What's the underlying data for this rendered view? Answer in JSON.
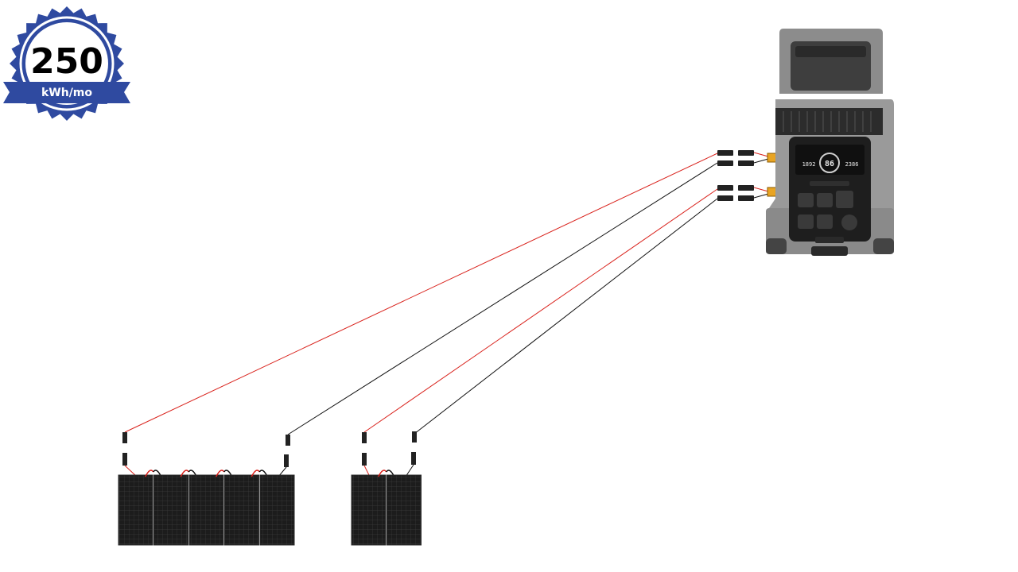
{
  "badge": {
    "value": "250",
    "unit": "kWh/mo",
    "color": "#2f4aa0"
  },
  "power_station": {
    "display": {
      "left_reading": "1892",
      "center_reading": "86",
      "right_reading": "2386"
    }
  },
  "cables": {
    "positive_color": "#d9221c",
    "negative_color": "#111111"
  },
  "solar_arrays": [
    {
      "panel_count": 5
    },
    {
      "panel_count": 2
    }
  ]
}
